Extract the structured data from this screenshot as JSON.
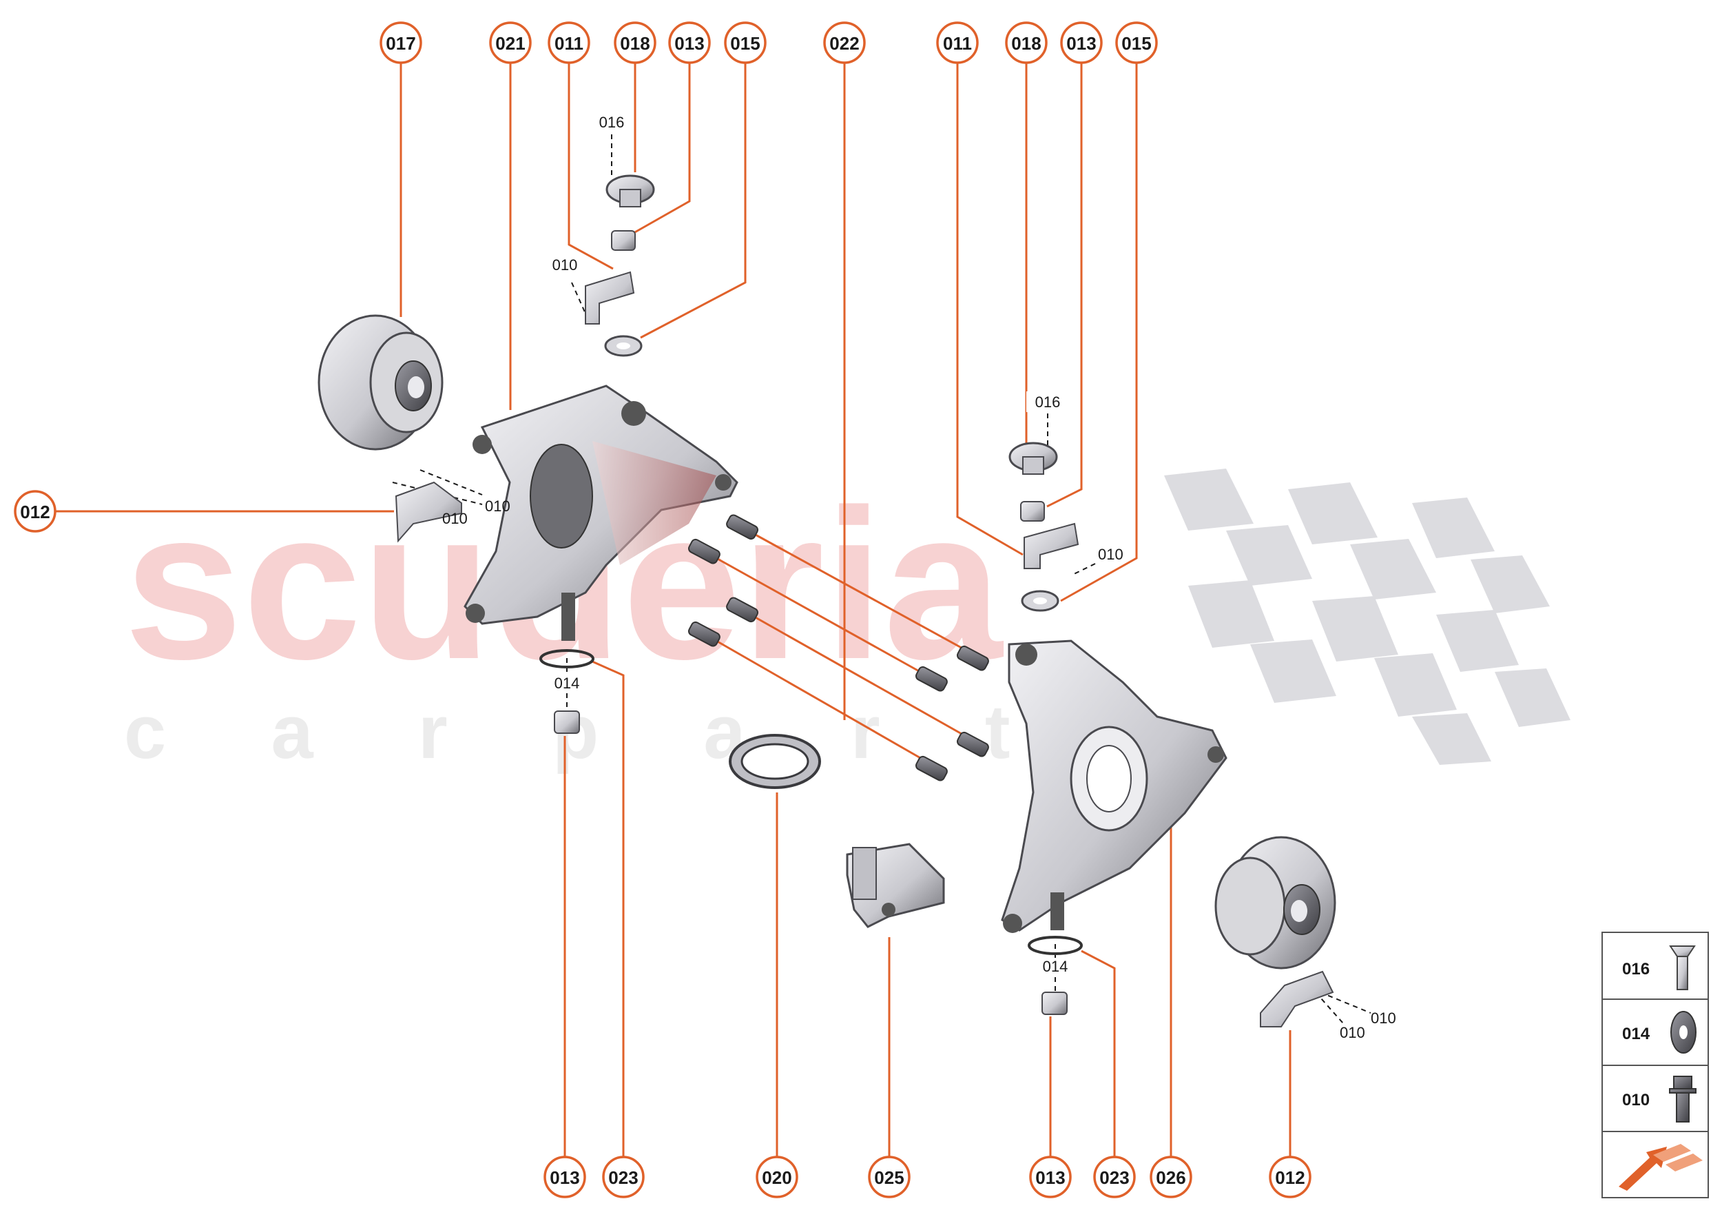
{
  "watermark": {
    "brand": "scuderia",
    "tagline": "c a r p a r t s"
  },
  "colors": {
    "callout": "#e0612a",
    "part_dark": "#5a5a5e",
    "part_mid": "#a9a9b0",
    "part_light": "#e6e6ea",
    "watermark": "#f7d2d2",
    "flag": "#dcdce0"
  },
  "callouts_top": [
    "017",
    "021",
    "011",
    "018",
    "013",
    "015",
    "022",
    "011",
    "018",
    "013",
    "015"
  ],
  "callouts_bottom": [
    "013",
    "023",
    "020",
    "025",
    "013",
    "023",
    "026",
    "012"
  ],
  "callout_left": "012",
  "sublabels": {
    "screw_top_left": "016",
    "bolt_left_bracket": "010",
    "shield_left_a": "010",
    "shield_left_b": "010",
    "washer_left": "014",
    "screw_top_right": "016",
    "bolt_right_bracket": "010",
    "washer_right": "014",
    "shield_right_a": "010",
    "shield_right_b": "010"
  },
  "legend": [
    {
      "code": "016",
      "icon": "countersunk-screw-icon"
    },
    {
      "code": "014",
      "icon": "flat-washer-icon"
    },
    {
      "code": "010",
      "icon": "flange-bolt-icon"
    },
    {
      "code": "",
      "icon": "direction-arrow-icon"
    }
  ]
}
